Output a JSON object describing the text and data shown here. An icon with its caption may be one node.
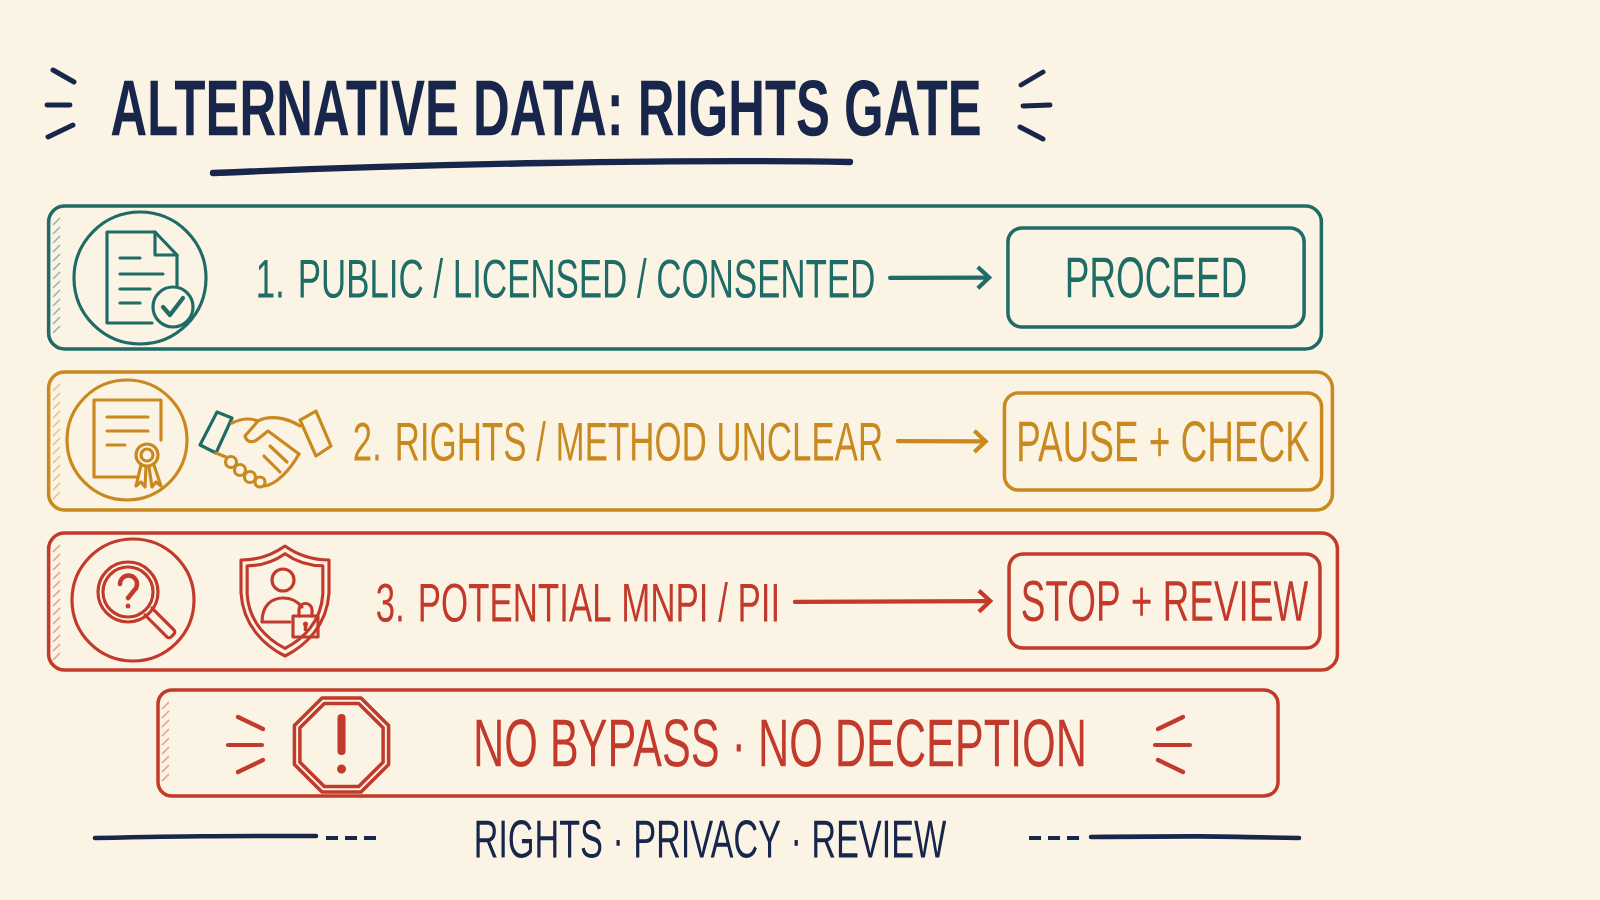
{
  "diagram": {
    "title": "ALTERNATIVE DATA: RIGHTS GATE",
    "nodes": [
      {
        "text": [],
        "shape": "box"
      },
      {
        "text": [
          "1. PUBLIC / LICENSED / CONSENTED"
        ],
        "in": 0
      },
      {
        "text": [
          "PROCEED"
        ],
        "in": 0
      },
      {
        "text": [],
        "shape": "box"
      },
      {
        "text": [
          "2. RIGHTS / METHOD UNCLEAR"
        ],
        "in": 3
      },
      {
        "text": [
          "PAUSE + CHECK"
        ],
        "in": 3
      },
      {
        "text": [],
        "shape": "box"
      },
      {
        "text": [
          "3. POTENTIAL MNPI / PII"
        ],
        "in": 6
      },
      {
        "text": [
          "STOP + REVIEW"
        ],
        "in": 6
      },
      {
        "text": [
          "NO BYPASS · NO DECEPTION"
        ]
      }
    ],
    "edges": [
      {
        "from": 1,
        "to": 2,
        "arrow": "to",
        "color": "#1f6b66"
      },
      {
        "from": 4,
        "to": 5,
        "arrow": "to",
        "color": "#c9891f"
      },
      {
        "from": 7,
        "to": 8,
        "arrow": "to",
        "color": "#c23a2b"
      }
    ],
    "labels": [
      "RIGHTS · PRIVACY · REVIEW"
    ]
  }
}
